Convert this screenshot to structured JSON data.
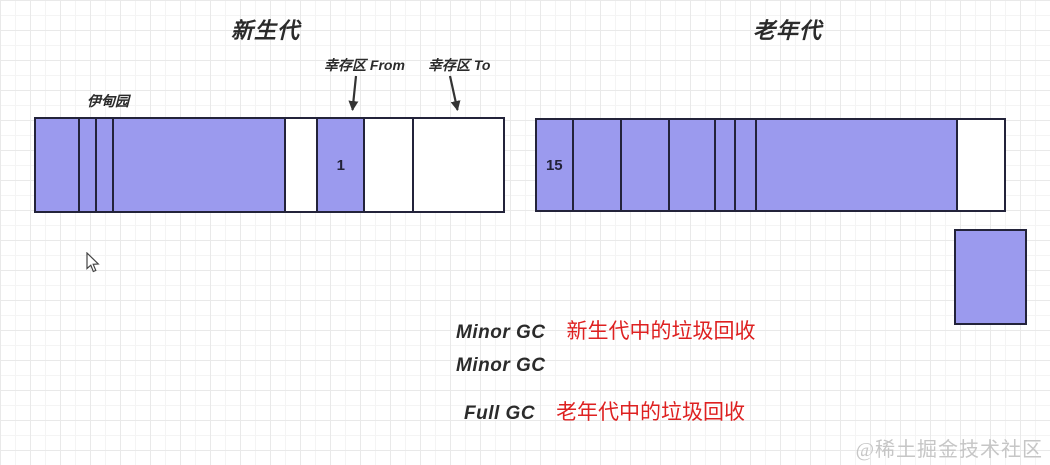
{
  "titles": {
    "young_gen": "新生代",
    "old_gen": "老年代"
  },
  "annotations": {
    "eden": "伊甸园",
    "survivor_from": "幸存区 From",
    "survivor_to": "幸存区 To"
  },
  "young_bar": {
    "segments": [
      {
        "name": "eden-slot-1",
        "flex": 44,
        "fill": "purple",
        "label": ""
      },
      {
        "name": "eden-slot-2",
        "flex": 15,
        "fill": "purple",
        "label": ""
      },
      {
        "name": "eden-slot-3",
        "flex": 16,
        "fill": "purple",
        "label": ""
      },
      {
        "name": "eden-slot-4",
        "flex": 177,
        "fill": "purple",
        "label": ""
      },
      {
        "name": "eden-free-space",
        "flex": 31,
        "fill": "white",
        "label": ""
      },
      {
        "name": "survivor-from-region",
        "flex": 47,
        "fill": "purple",
        "label": "1"
      },
      {
        "name": "survivor-from-free",
        "flex": 48,
        "fill": "white",
        "label": ""
      },
      {
        "name": "survivor-to-region",
        "flex": 93,
        "fill": "white",
        "label": ""
      }
    ]
  },
  "old_bar": {
    "segments": [
      {
        "name": "old-slot-1",
        "flex": 36,
        "fill": "purple",
        "label": "15"
      },
      {
        "name": "old-slot-2",
        "flex": 48,
        "fill": "purple",
        "label": ""
      },
      {
        "name": "old-slot-3",
        "flex": 48,
        "fill": "purple",
        "label": ""
      },
      {
        "name": "old-slot-4",
        "flex": 46,
        "fill": "purple",
        "label": ""
      },
      {
        "name": "old-slot-5",
        "flex": 19,
        "fill": "purple",
        "label": ""
      },
      {
        "name": "old-slot-6",
        "flex": 19,
        "fill": "purple",
        "label": ""
      },
      {
        "name": "old-slot-7",
        "flex": 207,
        "fill": "purple",
        "label": ""
      },
      {
        "name": "old-free-space",
        "flex": 48,
        "fill": "white",
        "label": ""
      }
    ]
  },
  "gc_rows": [
    {
      "gc": "Minor GC",
      "note": "新生代中的垃圾回收"
    },
    {
      "gc": "Minor GC",
      "note": ""
    },
    {
      "gc": "Full GC",
      "note": "老年代中的垃圾回收"
    }
  ],
  "watermark": "@稀土掘金技术社区",
  "colors": {
    "region_fill": "#9b9aee",
    "region_border": "#23233a",
    "ink": "#2b2b2b",
    "note_red": "#de2121",
    "watermark_gray": "#c6c6c6"
  }
}
